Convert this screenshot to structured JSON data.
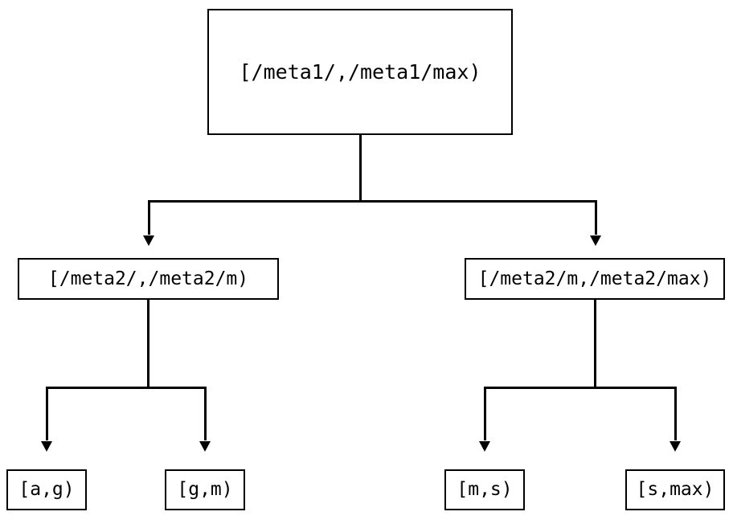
{
  "diagram": {
    "type": "tree",
    "title": "",
    "orientation": "top-down",
    "colors": {
      "stroke": "#000000",
      "fill": "#ffffff",
      "text": "#000000",
      "background": "#ffffff"
    },
    "nodes": {
      "root": {
        "label": "[/meta1/,/meta1/max)",
        "level": 0
      },
      "meta2_low": {
        "label": "[/meta2/,/meta2/m)",
        "level": 1
      },
      "meta2_high": {
        "label": "[/meta2/m,/meta2/max)",
        "level": 1
      },
      "leaf_ag": {
        "label": "[a,g)",
        "level": 2
      },
      "leaf_gm": {
        "label": "[g,m)",
        "level": 2
      },
      "leaf_ms": {
        "label": "[m,s)",
        "level": 2
      },
      "leaf_smax": {
        "label": "[s,max)",
        "level": 2
      }
    },
    "edges": [
      {
        "from": "root",
        "to": "meta2_low",
        "arrow": "down-triangle"
      },
      {
        "from": "root",
        "to": "meta2_high",
        "arrow": "down-triangle"
      },
      {
        "from": "meta2_low",
        "to": "leaf_ag",
        "arrow": "down-triangle"
      },
      {
        "from": "meta2_low",
        "to": "leaf_gm",
        "arrow": "down-triangle"
      },
      {
        "from": "meta2_high",
        "to": "leaf_ms",
        "arrow": "down-triangle"
      },
      {
        "from": "meta2_high",
        "to": "leaf_smax",
        "arrow": "down-triangle"
      }
    ]
  }
}
